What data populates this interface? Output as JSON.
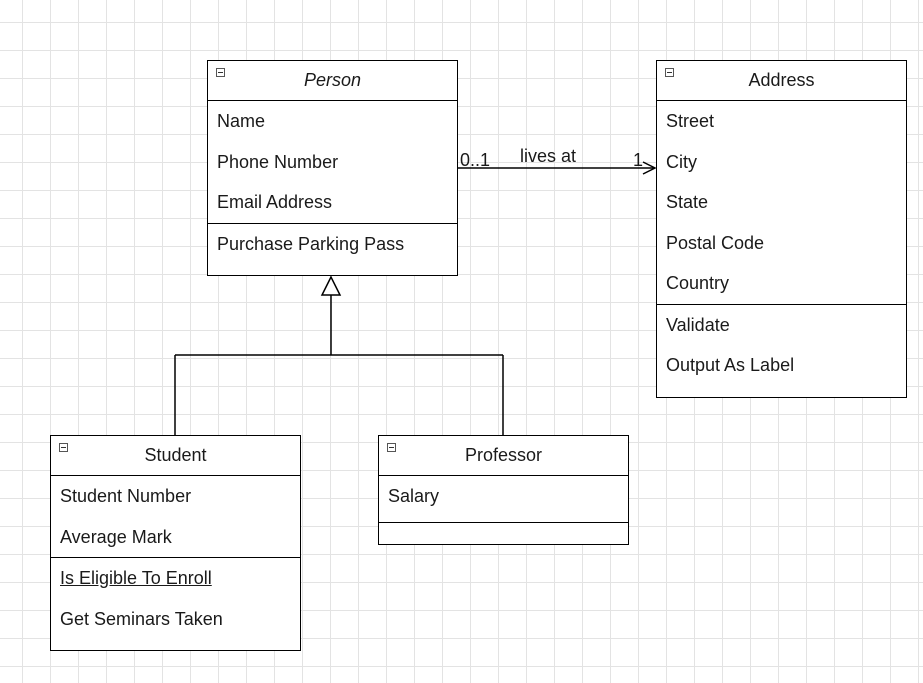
{
  "classes": {
    "person": {
      "name": "Person",
      "abstract": true,
      "attributes": [
        "Name",
        "Phone Number",
        "Email Address"
      ],
      "operations": [
        "Purchase Parking Pass"
      ]
    },
    "address": {
      "name": "Address",
      "attributes": [
        "Street",
        "City",
        "State",
        "Postal Code",
        "Country"
      ],
      "operations": [
        "Validate",
        "Output As Label"
      ]
    },
    "student": {
      "name": "Student",
      "attributes": [
        "Student Number",
        "Average Mark"
      ],
      "operations": [
        "Is Eligible To Enroll",
        "Get Seminars Taken"
      ]
    },
    "professor": {
      "name": "Professor",
      "attributes": [
        "Salary"
      ],
      "operations": []
    }
  },
  "association": {
    "label": "lives at",
    "source_multiplicity": "0..1",
    "target_multiplicity": "1"
  },
  "colors": {
    "background": "#ffffff",
    "grid": "#e3e3e3",
    "line": "#000000",
    "text": "#1a1a1a"
  }
}
